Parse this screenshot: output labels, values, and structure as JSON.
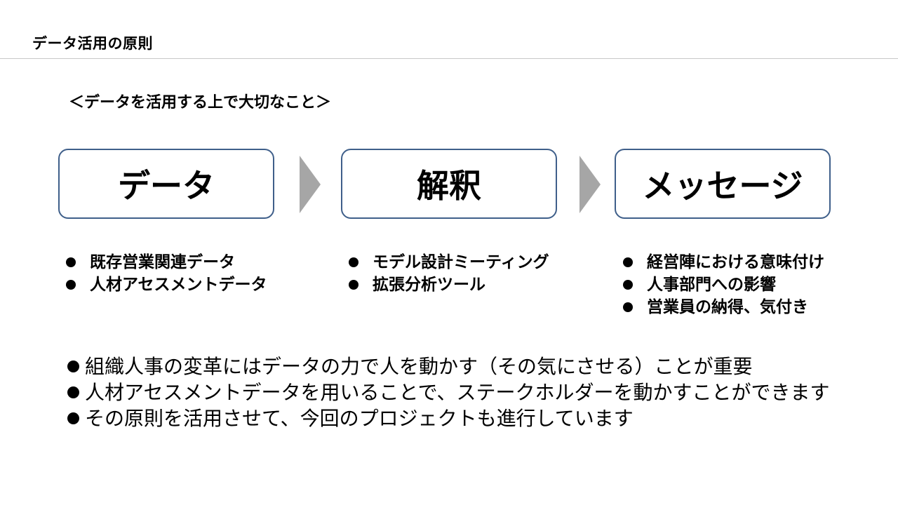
{
  "header": {
    "title": "データ活用の原則"
  },
  "subtitle": "＜データを活用する上で大切なこと＞",
  "flow": {
    "steps": [
      {
        "label": "データ",
        "points": [
          "既存営業関連データ",
          "人材アセスメントデータ"
        ]
      },
      {
        "label": "解釈",
        "points": [
          "モデル設計ミーティング",
          "拡張分析ツール"
        ]
      },
      {
        "label": "メッセージ",
        "points": [
          "経営陣における意味付け",
          "人事部門への影響",
          "営業員の納得、気付き"
        ]
      }
    ],
    "arrow_color": "#a6a6a6",
    "box_border_color": "#3f5f8a"
  },
  "summary": [
    "組織人事の変革にはデータの力で人を動かす（その気にさせる）ことが重要",
    "人材アセスメントデータを用いることで、ステークホルダーを動かすことができます",
    "その原則を活用させて、今回のプロジェクトも進行しています"
  ]
}
